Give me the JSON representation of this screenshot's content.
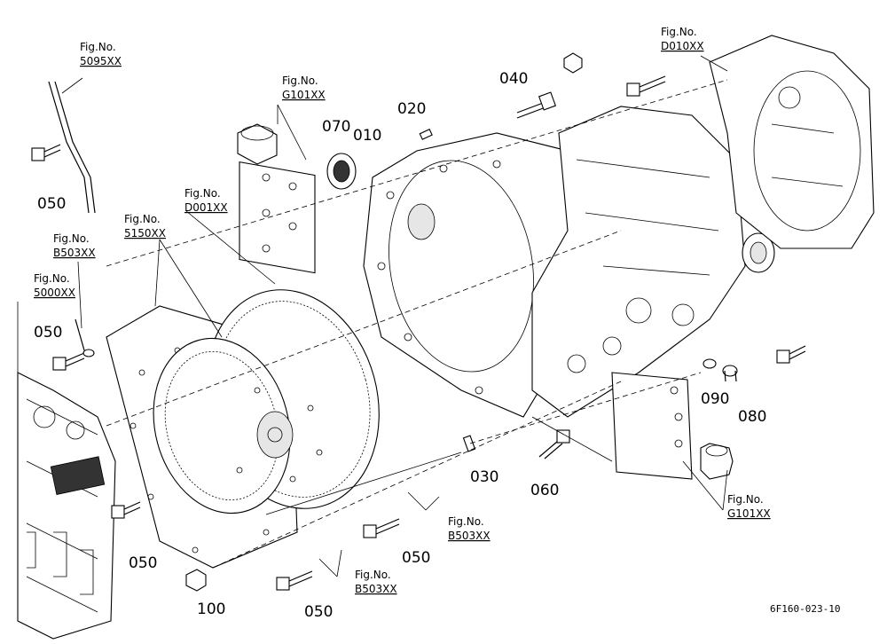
{
  "part_numbers": {
    "p010": "010",
    "p020": "020",
    "p030": "030",
    "p040": "040",
    "p050a": "050",
    "p050b": "050",
    "p050c": "050",
    "p050d": "050",
    "p050e": "050",
    "p060": "060",
    "p070": "070",
    "p080": "080",
    "p090": "090",
    "p100": "100"
  },
  "fig_refs": {
    "prefix": "Fig.No.",
    "r5095": "5095XX",
    "rG101top": "G101XX",
    "rD010": "D010XX",
    "rD001": "D001XX",
    "r5150": "5150XX",
    "rB503left": "B503XX",
    "r5000": "5000XX",
    "rB503mid": "B503XX",
    "rB503bot": "B503XX",
    "rG101right": "G101XX"
  },
  "drawing_code": "6F160-023-10"
}
